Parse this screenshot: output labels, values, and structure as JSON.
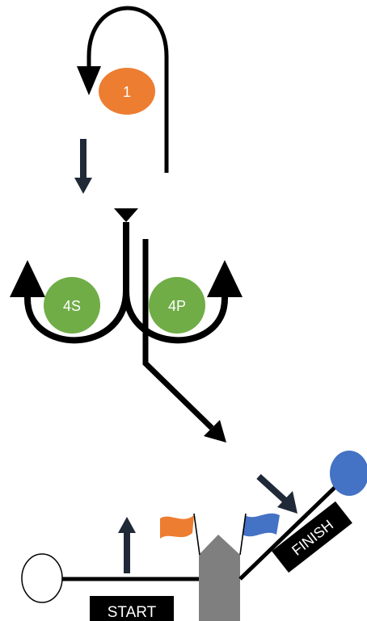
{
  "marks": {
    "mark_1": {
      "label": "1",
      "color": "#ed7d31"
    },
    "mark_4s": {
      "label": "4S",
      "color": "#70ad47"
    },
    "mark_4p": {
      "label": "4P",
      "color": "#70ad47"
    }
  },
  "start_label": "START",
  "finish_label": "FINISH",
  "colors": {
    "line": "#000000",
    "arrow_dark": "#1f2937",
    "flag_orange": "#ed7d31",
    "flag_blue": "#4472c4",
    "ball_blue": "#4472c4",
    "committee_boat": "#7f7f7f",
    "label_bg": "#000000",
    "label_text": "#ffffff"
  },
  "icons": [
    "pin-buoy-icon",
    "finish-buoy-icon",
    "orange-flag-icon",
    "blue-flag-icon",
    "committee-boat-icon"
  ]
}
